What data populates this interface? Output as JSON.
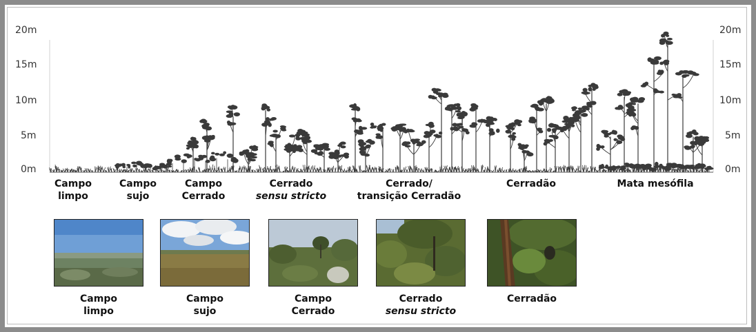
{
  "axis": {
    "left_ticks": [
      "20m",
      "15m",
      "10m",
      "5m",
      "0m"
    ],
    "right_ticks": [
      "20m",
      "15m",
      "10m",
      "5m",
      "0m"
    ]
  },
  "zones": [
    {
      "line1": "Campo",
      "line2": "limpo",
      "italic2": false
    },
    {
      "line1": "Campo",
      "line2": "sujo",
      "italic2": false
    },
    {
      "line1": "Campo",
      "line2": "Cerrado",
      "italic2": false
    },
    {
      "line1": "Cerrado",
      "line2": "sensu stricto",
      "italic2": true
    },
    {
      "line1": "Cerrado/",
      "line2": "transição Cerradão",
      "italic2": false
    },
    {
      "line1": "Cerradão",
      "line2": "",
      "italic2": false
    },
    {
      "line1": "Mata mesófila",
      "line2": "",
      "italic2": false
    }
  ],
  "photos": [
    {
      "line1": "Campo",
      "line2": "limpo",
      "italic2": false
    },
    {
      "line1": "Campo",
      "line2": "sujo",
      "italic2": false
    },
    {
      "line1": "Campo",
      "line2": "Cerrado",
      "italic2": false
    },
    {
      "line1": "Cerrado",
      "line2": "sensu stricto",
      "italic2": true
    },
    {
      "line1": "Cerradão",
      "line2": "",
      "italic2": false
    }
  ],
  "colors": {
    "frame": "#8c8c8c",
    "vegetation": "#3a3a3a",
    "background": "#ffffff"
  }
}
